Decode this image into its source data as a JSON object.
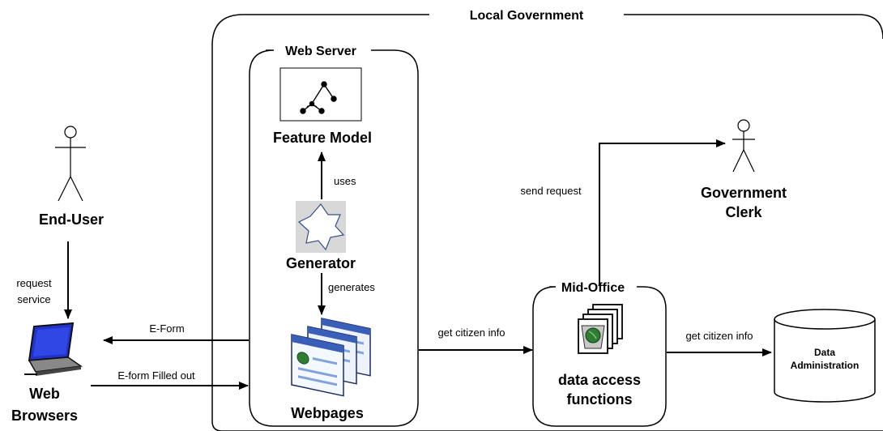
{
  "containers": {
    "local_government": "Local Government",
    "web_server": "Web Server",
    "mid_office": "Mid-Office"
  },
  "nodes": {
    "feature_model": "Feature Model",
    "generator": "Generator",
    "webpages": "Webpages",
    "end_user": "End-User",
    "web_browsers_line1": "Web",
    "web_browsers_line2": "Browsers",
    "government_clerk_line1": "Government",
    "government_clerk_line2": "Clerk",
    "data_access_line1": "data access",
    "data_access_line2": "functions",
    "data_admin_line1": "Data",
    "data_admin_line2": "Administration"
  },
  "edges": {
    "uses": "uses",
    "generates": "generates",
    "request_service_line1": "request",
    "request_service_line2": "service",
    "eform": "E-Form",
    "eform_filled": "E-form Filled out",
    "get_citizen_info_1": "get citizen info",
    "get_citizen_info_2": "get citizen info",
    "send_request": "send request"
  },
  "colors": {
    "stroke": "#000000",
    "laptop_screen": "#2233cc",
    "globe": "#2e7d32",
    "generator_bg": "#d8d8d8"
  }
}
